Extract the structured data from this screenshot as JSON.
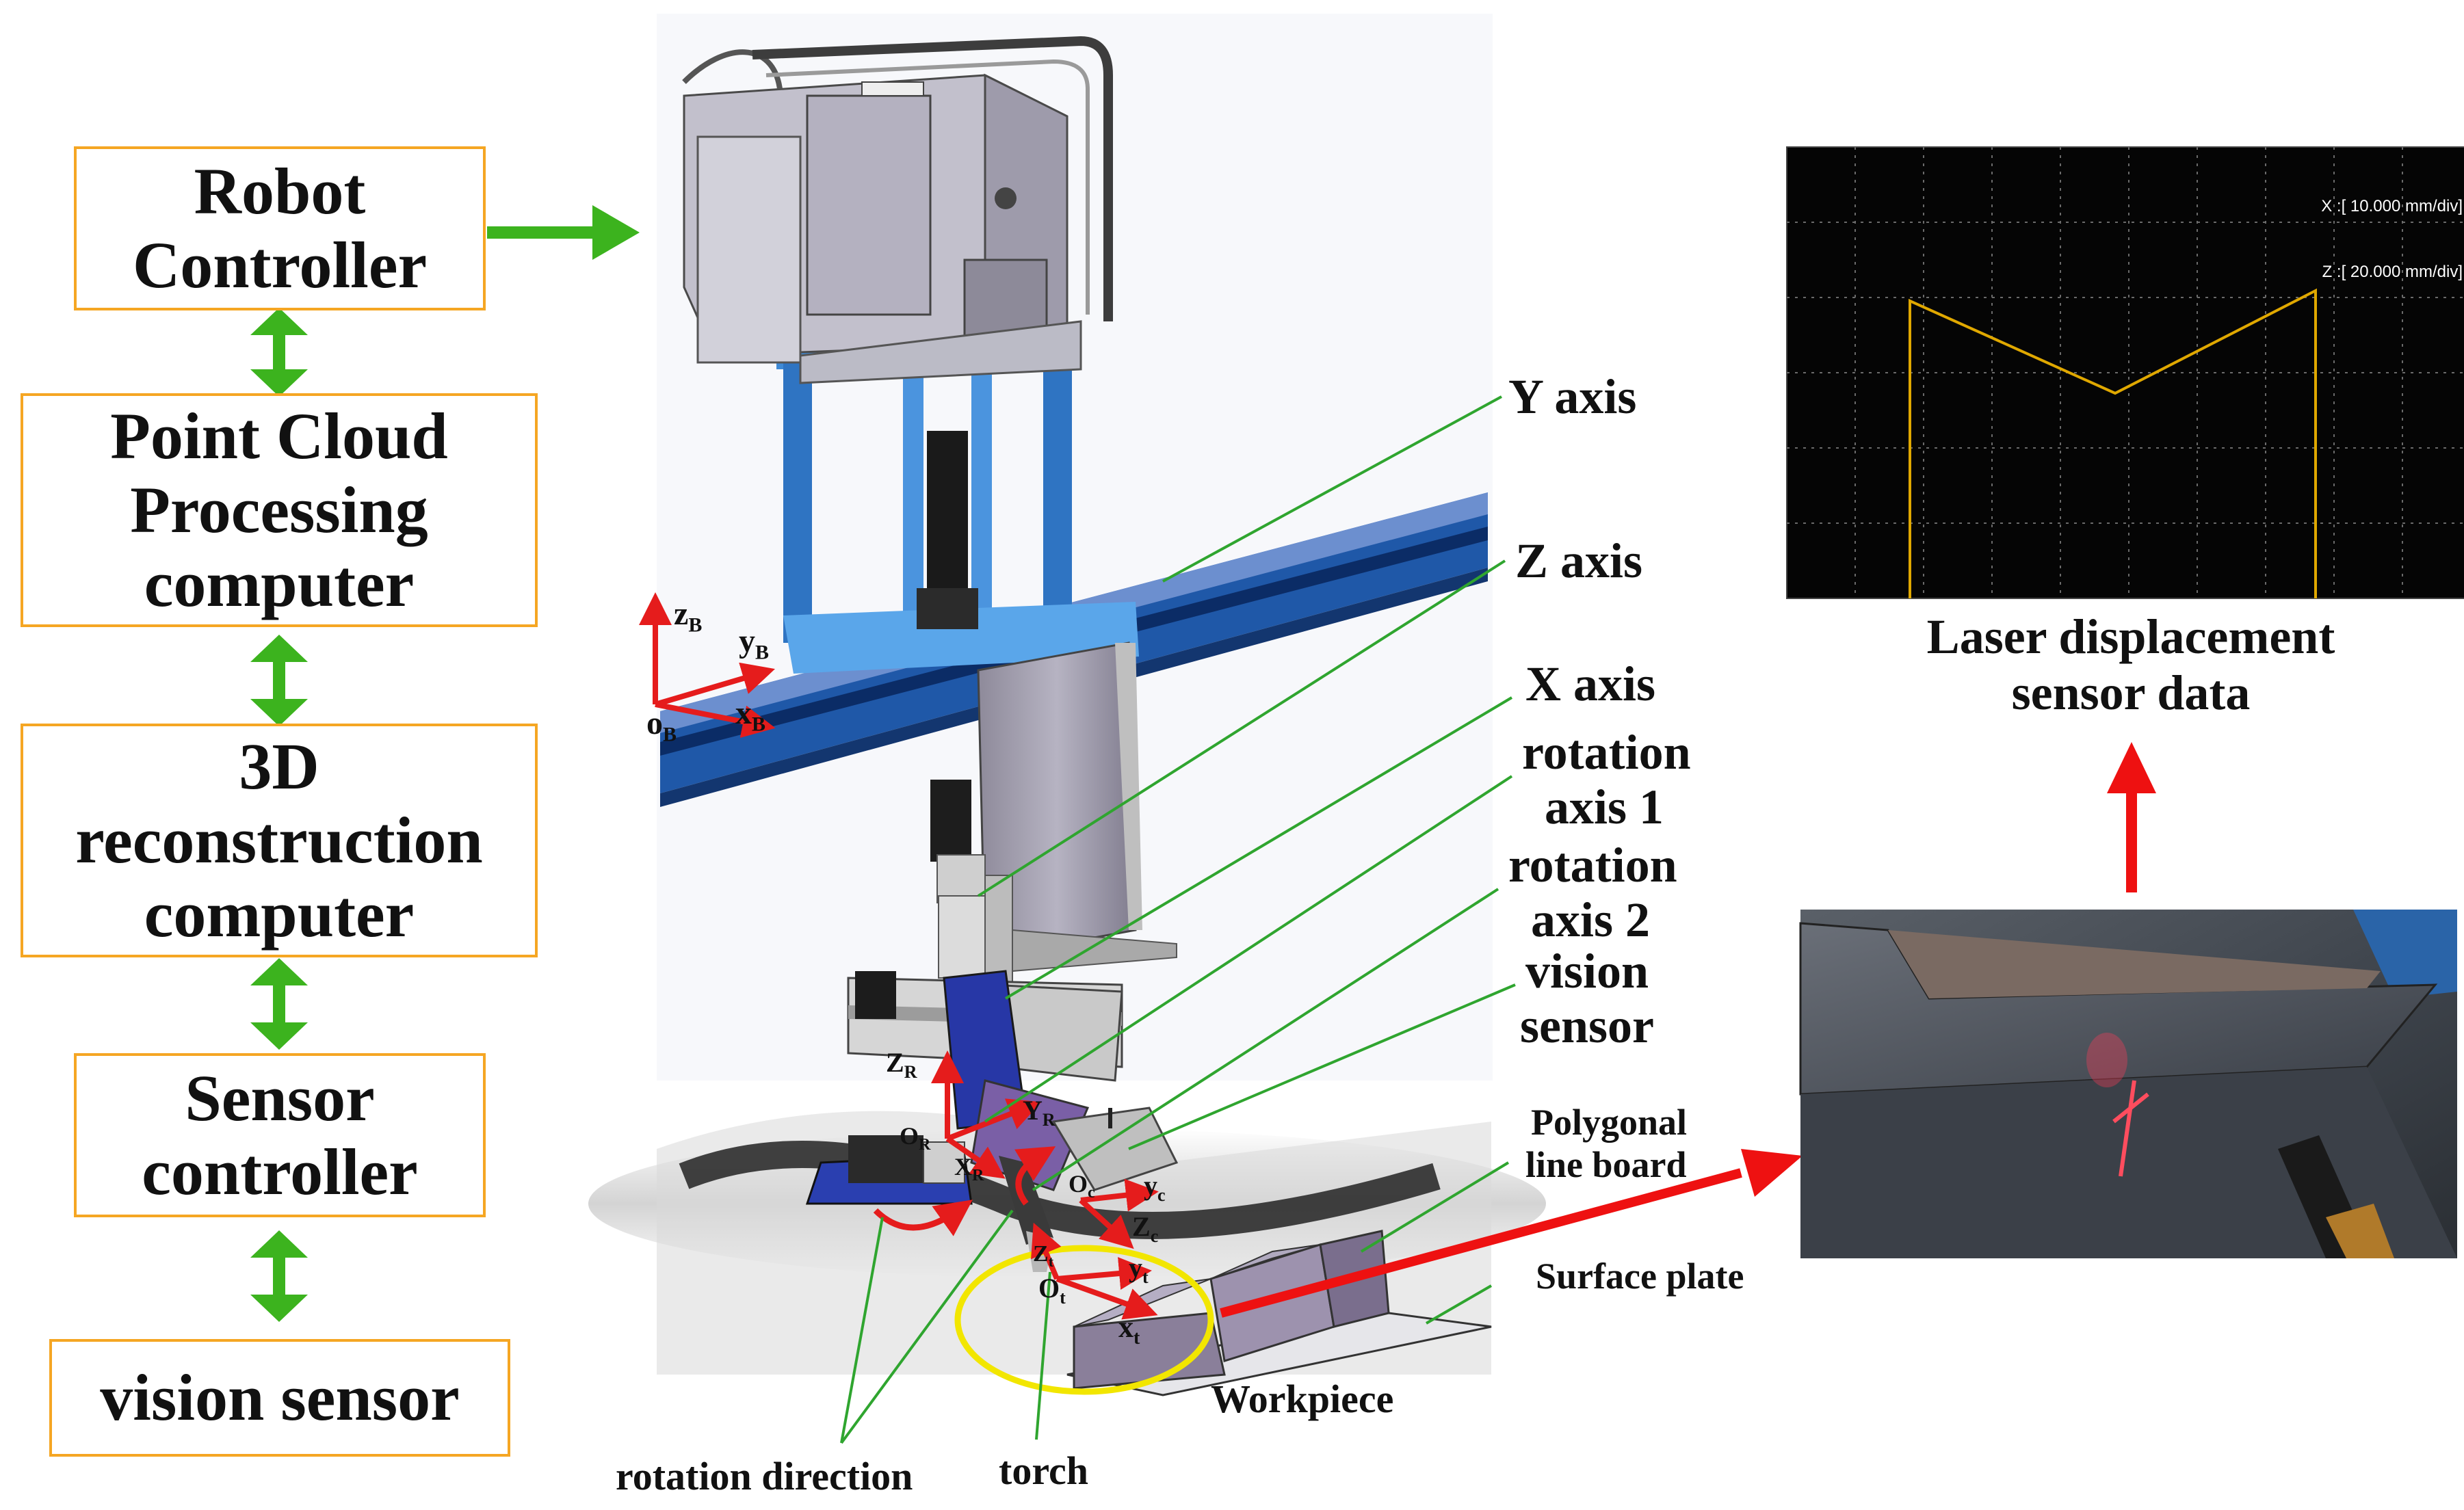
{
  "blocks": {
    "robot_controller": [
      "Robot",
      "Controller"
    ],
    "point_cloud": [
      "Point Cloud",
      "Processing",
      "computer"
    ],
    "reconstruction": [
      "3D",
      "reconstruction",
      "computer"
    ],
    "sensor_controller": [
      "Sensor",
      "controller"
    ],
    "vision_sensor": [
      "vision sensor"
    ]
  },
  "labels": {
    "y_axis": "Y axis",
    "z_axis": "Z axis",
    "x_axis": "X axis",
    "rotation_axis_1": [
      "rotation",
      "axis 1"
    ],
    "rotation_axis_2": [
      "rotation",
      "axis 2"
    ],
    "vision_sensor": [
      "vision",
      "sensor"
    ],
    "polygonal_board": [
      "Polygonal",
      "line board"
    ],
    "surface_plate": "Surface plate",
    "workpiece": "Workpiece",
    "rotation_direction": "rotation direction",
    "torch": "torch"
  },
  "frames": {
    "base": {
      "z": "z",
      "z_sub": "B",
      "y": "y",
      "y_sub": "B",
      "x": "x",
      "x_sub": "B",
      "o": "o",
      "o_sub": "B"
    },
    "rot": {
      "z": "Z",
      "z_sub": "R",
      "o": "O",
      "o_sub": "R",
      "x": "X",
      "x_sub": "R",
      "y": "Y",
      "y_sub": "R"
    },
    "camera": {
      "y": "y",
      "y_sub": "c",
      "z": "Z",
      "z_sub": "c",
      "o": "O",
      "o_sub": "c"
    },
    "tool": {
      "y": "y",
      "y_sub": "t",
      "x": "x",
      "x_sub": "t",
      "z": "Z",
      "z_sub": "t",
      "o": "O",
      "o_sub": "t"
    }
  },
  "scope": {
    "x_scale": "X :[ 10.000 mm/div]",
    "z_scale": "Z :[ 20.000 mm/div]",
    "caption": [
      "Laser displacement",
      "sensor data"
    ]
  },
  "colors": {
    "box_border": "#f5a623",
    "green_arrow": "#3cb31e",
    "red_arrow": "#ee1111",
    "frame_red": "#e51c1c",
    "yellow_ellipse": "#f2e600",
    "leader_green": "#2fa52f",
    "rail_blue": "#1f58a8",
    "column_blue": "#3f8ad6",
    "scope_line": "#e0a800"
  },
  "icons": [
    "gantry-robot-illustration",
    "laser-scan-photo-illustration"
  ]
}
